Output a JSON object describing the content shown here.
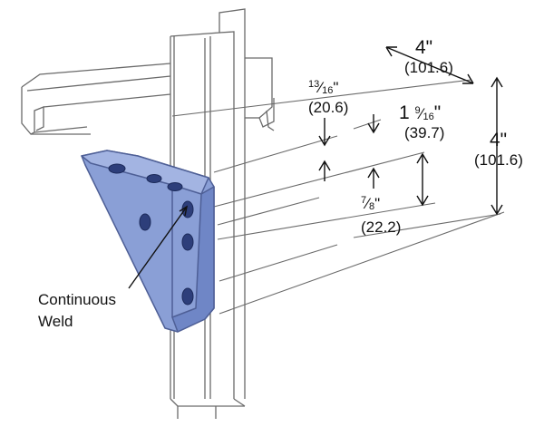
{
  "dimensions": {
    "width_label": "4\"",
    "width_metric": "(101.6)",
    "height_label": "4\"",
    "height_metric": "(101.6)",
    "edge_num": "13",
    "edge_den": "16",
    "edge_unit": "\"",
    "edge_metric": "(20.6)",
    "spacing_whole": "1",
    "spacing_num": "9",
    "spacing_den": "16",
    "spacing_unit": "\"",
    "spacing_metric": "(39.7)",
    "hole_num": "7",
    "hole_den": "8",
    "hole_unit": "\"",
    "hole_metric": "(22.2)"
  },
  "callout": {
    "line1": "Continuous",
    "line2": "Weld"
  },
  "colors": {
    "bracket_fill": "#8a9fd6",
    "bracket_shade": "#6f86c6",
    "bracket_edge": "#4e5f96",
    "outline": "#6a6a6a"
  }
}
